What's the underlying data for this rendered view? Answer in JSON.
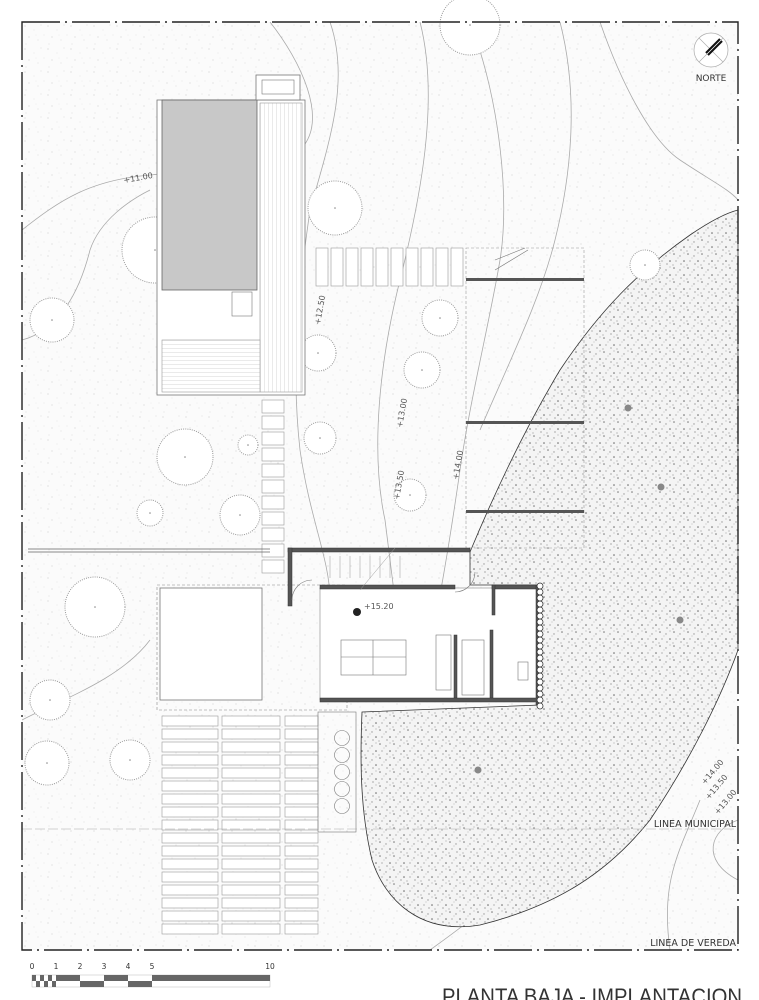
{
  "title": "PLANTA BAJA - IMPLANTACION",
  "north_label": "NORTE",
  "lines": {
    "municipal": "LINEA MUNICIPAL",
    "vereda": "LINEA DE VEREDA"
  },
  "levels": {
    "house": "+15.20",
    "contours_left": [
      "+11.00",
      "+12.50",
      "+13.00",
      "+13.50",
      "+14.00"
    ],
    "contours_right": [
      "+14.00",
      "+13.50",
      "+13.00"
    ]
  },
  "scale": {
    "ticks": [
      "0",
      "1",
      "2",
      "3",
      "4",
      "5",
      "10"
    ]
  },
  "colors": {
    "pool": "#c8c8c8",
    "walls": "#555555",
    "frame": "#222222"
  }
}
